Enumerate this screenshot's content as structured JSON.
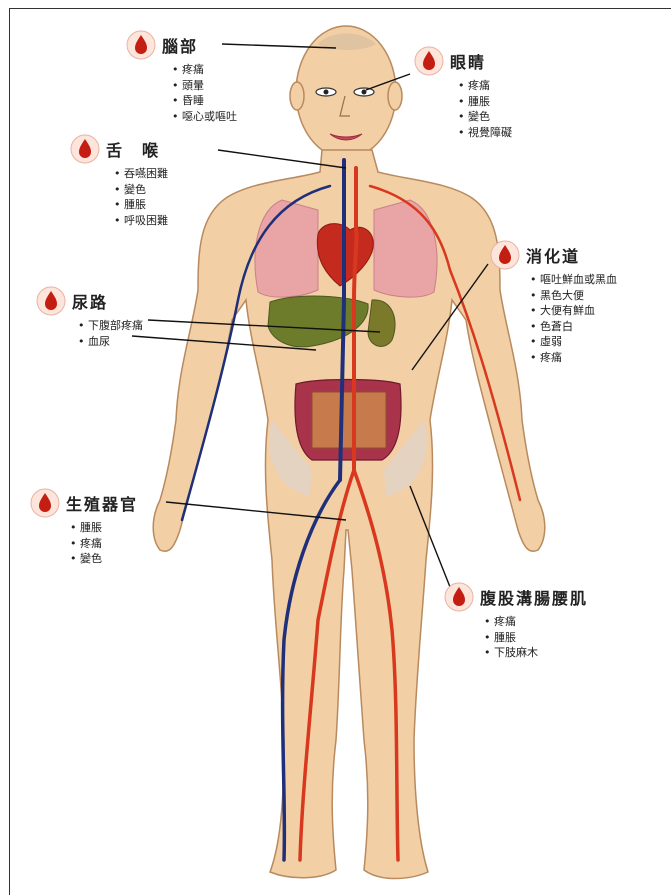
{
  "colors": {
    "skin": "#f2cfa5",
    "skin_stroke": "#b88a5e",
    "artery": "#d8381e",
    "vein": "#1f2f7a",
    "lung": "#e9a4a6",
    "liver": "#6d7c2a",
    "intestine": "#a8334a",
    "drop": "#c41d12"
  },
  "callouts": {
    "brain": {
      "icon": "blood-drop-icon",
      "title": "腦部",
      "items": [
        "疼痛",
        "頭暈",
        "昏睡",
        "噁心或嘔吐"
      ]
    },
    "eyes": {
      "icon": "blood-drop-icon",
      "title": "眼睛",
      "items": [
        "疼痛",
        "腫脹",
        "變色",
        "視覺障礙"
      ]
    },
    "throat": {
      "icon": "blood-drop-icon",
      "title": "舌　喉",
      "items": [
        "吞嚥困難",
        "變色",
        "腫脹",
        "呼吸困難"
      ]
    },
    "digestive": {
      "icon": "blood-drop-icon",
      "title": "消化道",
      "items": [
        "嘔吐鮮血或黑血",
        "黑色大便",
        "大便有鮮血",
        "色蒼白",
        "虛弱",
        "疼痛"
      ]
    },
    "urinary": {
      "icon": "blood-drop-icon",
      "title": "尿路",
      "items": [
        "下腹部疼痛",
        "血尿"
      ]
    },
    "reproductive": {
      "icon": "blood-drop-icon",
      "title": "生殖器官",
      "items": [
        "腫脹",
        "疼痛",
        "變色"
      ]
    },
    "groin": {
      "icon": "blood-drop-icon",
      "title": "腹股溝腸腰肌",
      "items": [
        "疼痛",
        "腫脹",
        "下肢麻木"
      ]
    }
  }
}
